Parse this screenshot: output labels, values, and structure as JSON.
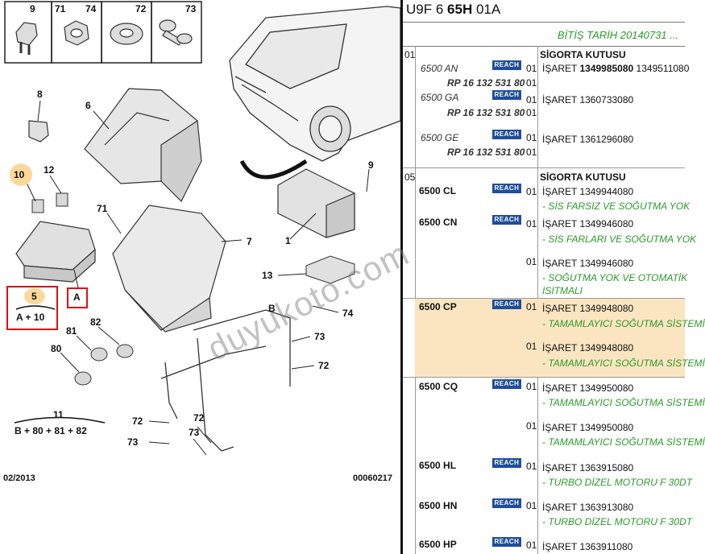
{
  "diagram": {
    "callouts": [
      {
        "id": "c9",
        "text": "9"
      },
      {
        "id": "c71t",
        "text": "71"
      },
      {
        "id": "c74t",
        "text": "74"
      },
      {
        "id": "c72t",
        "text": "72"
      },
      {
        "id": "c73t",
        "text": "73"
      },
      {
        "id": "c8",
        "text": "8"
      },
      {
        "id": "c6",
        "text": "6"
      },
      {
        "id": "c10",
        "text": "10"
      },
      {
        "id": "c12",
        "text": "12"
      },
      {
        "id": "c71",
        "text": "71"
      },
      {
        "id": "c7",
        "text": "7"
      },
      {
        "id": "c9b",
        "text": "9"
      },
      {
        "id": "c1",
        "text": "1"
      },
      {
        "id": "c13",
        "text": "13"
      },
      {
        "id": "cB",
        "text": "B"
      },
      {
        "id": "c74",
        "text": "74"
      },
      {
        "id": "c73a",
        "text": "73"
      },
      {
        "id": "c72a",
        "text": "72"
      },
      {
        "id": "c81",
        "text": "81"
      },
      {
        "id": "c82",
        "text": "82"
      },
      {
        "id": "c80",
        "text": "80"
      },
      {
        "id": "c72b",
        "text": "72"
      },
      {
        "id": "c72c",
        "text": "72"
      },
      {
        "id": "c73b",
        "text": "73"
      },
      {
        "id": "c73c",
        "text": "73"
      },
      {
        "id": "c11",
        "text": "11"
      }
    ],
    "group5_label": "5",
    "group5_formula": "A + 10",
    "box_a_label": "A",
    "group11_formula": "B + 80 + 81 + 82",
    "date": "02/2013",
    "drawing_no": "00060217"
  },
  "watermark": "duyukoto.com",
  "parts": {
    "title_prefix": "U9F 6 ",
    "title_bold": "65H",
    "title_suffix": " 01A",
    "end_date": "BİTİŞ TARİH 20140731 ...",
    "reach": "REACH",
    "groups": [
      {
        "no": "01",
        "name": "SİGORTA KUTUSU"
      },
      {
        "no": "05",
        "name": "SİGORTA KUTUSU"
      }
    ],
    "g1_rows": [
      {
        "code": "6500 AN",
        "rp": "RP 16 132 531 80",
        "qty": "01",
        "ref_prefix": "İŞARET ",
        "ref_bold": "1349985080",
        "ref_rest": " 1349511080"
      },
      {
        "code": "6500 GA",
        "rp": "RP 16 132 531 80",
        "qty": "01",
        "ref_prefix": "İŞARET 1360733080",
        "ref_bold": "",
        "ref_rest": ""
      },
      {
        "code": "6500 GE",
        "rp": "RP 16 132 531 80",
        "qty": "01",
        "ref_prefix": "İŞARET 1361296080",
        "ref_bold": "",
        "ref_rest": ""
      }
    ],
    "g2_rows": [
      {
        "code": "6500 CL",
        "lines": [
          {
            "qty": "01",
            "ref": "İŞARET 1349944080",
            "desc": "- SİS FARSIZ VE SOĞUTMA YOK"
          }
        ]
      },
      {
        "code": "6500 CN",
        "lines": [
          {
            "qty": "01",
            "ref": "İŞARET 1349946080",
            "desc": "- SİS FARLARI VE SOĞUTMA YOK"
          },
          {
            "qty": "01",
            "ref": "İŞARET 1349946080",
            "desc": "- SOĞUTMA YOK VE OTOMATİK",
            "desc2": "ISITMALI"
          }
        ]
      },
      {
        "code": "6500 CP",
        "lines": [
          {
            "qty": "01",
            "ref": "İŞARET 1349948080",
            "desc": "- TAMAMLAYICI SOĞUTMA SİSTEMİ"
          },
          {
            "qty": "01",
            "ref": "İŞARET 1349948080",
            "desc": "- TAMAMLAYICI SOĞUTMA SİSTEMİ"
          }
        ]
      },
      {
        "code": "6500 CQ",
        "lines": [
          {
            "qty": "01",
            "ref": "İŞARET 1349950080",
            "desc": "- TAMAMLAYICI SOĞUTMA SİSTEMİ"
          },
          {
            "qty": "01",
            "ref": "İŞARET 1349950080",
            "desc": "- TAMAMLAYICI SOĞUTMA SİSTEMİ"
          }
        ]
      },
      {
        "code": "6500 HL",
        "lines": [
          {
            "qty": "01",
            "ref": "İŞARET 1363915080",
            "desc": "- TURBO DİZEL MOTORU F 30DT"
          }
        ]
      },
      {
        "code": "6500 HN",
        "lines": [
          {
            "qty": "01",
            "ref": "İŞARET 1363913080",
            "desc": "- TURBO DİZEL MOTORU F 30DT"
          }
        ]
      },
      {
        "code": "6500 HP",
        "lines": [
          {
            "qty": "01",
            "ref": "İŞARET 1363911080",
            "desc": ""
          }
        ]
      }
    ]
  }
}
